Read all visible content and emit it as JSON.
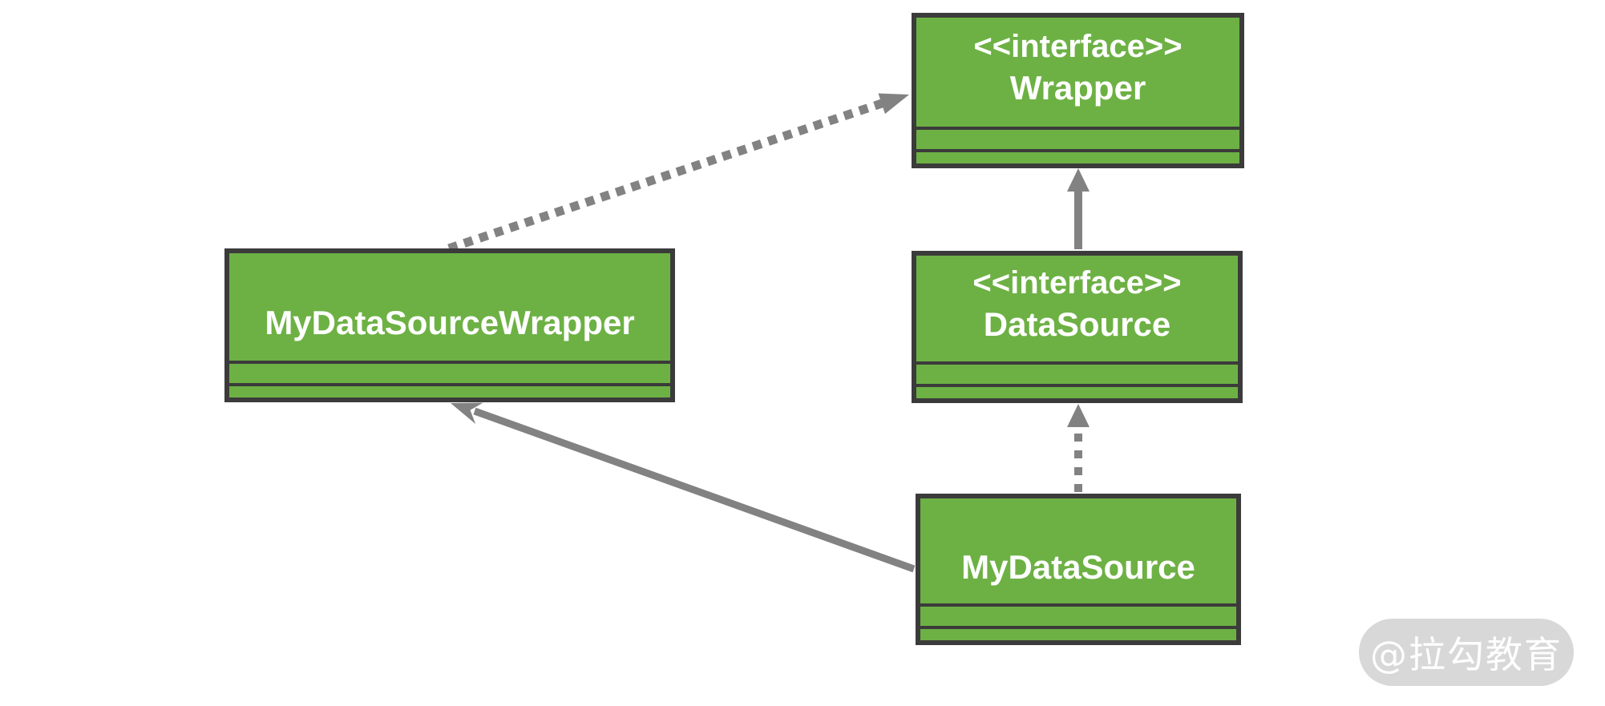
{
  "diagram": {
    "type": "uml-class-diagram",
    "nodes": [
      {
        "id": "wrapper",
        "stereotype": "<<interface>>",
        "name": "Wrapper"
      },
      {
        "id": "datasource",
        "stereotype": "<<interface>>",
        "name": "DataSource"
      },
      {
        "id": "mydatasourcewrapper",
        "stereotype": "",
        "name": "MyDataSourceWrapper"
      },
      {
        "id": "mydatasource",
        "stereotype": "",
        "name": "MyDataSource"
      }
    ],
    "edges": [
      {
        "from": "MyDataSourceWrapper",
        "to": "Wrapper",
        "type": "realization",
        "line": "dashed",
        "head": "filled-triangle"
      },
      {
        "from": "DataSource",
        "to": "Wrapper",
        "type": "generalization",
        "line": "solid",
        "head": "filled-triangle"
      },
      {
        "from": "MyDataSource",
        "to": "DataSource",
        "type": "realization",
        "line": "dashed",
        "head": "filled-triangle"
      },
      {
        "from": "MyDataSource",
        "to": "MyDataSourceWrapper",
        "type": "association",
        "line": "solid",
        "head": "open-dart"
      }
    ],
    "colors": {
      "node_fill": "#6db144",
      "node_border": "#3b3b3b",
      "arrow": "#828282",
      "text": "#ffffff"
    }
  },
  "watermark": {
    "text": "@拉勾教育"
  }
}
